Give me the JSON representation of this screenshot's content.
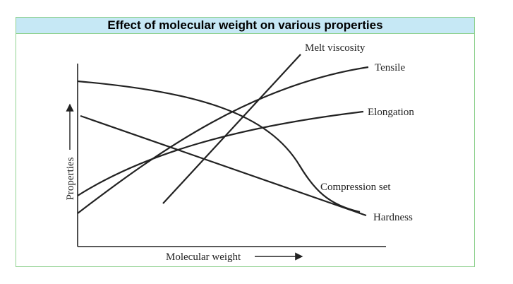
{
  "title": "Effect of molecular weight on various properties",
  "xlabel": "Molecular weight",
  "ylabel": "Properties",
  "curve_labels": {
    "melt_viscosity": "Melt viscosity",
    "tensile": "Tensile",
    "elongation": "Elongation",
    "compression_set": "Compression set",
    "hardness": "Hardness"
  },
  "colors": {
    "title_bg": "#c6e8f5",
    "frame_border": "#8fd18f",
    "curve": "#222222"
  }
}
